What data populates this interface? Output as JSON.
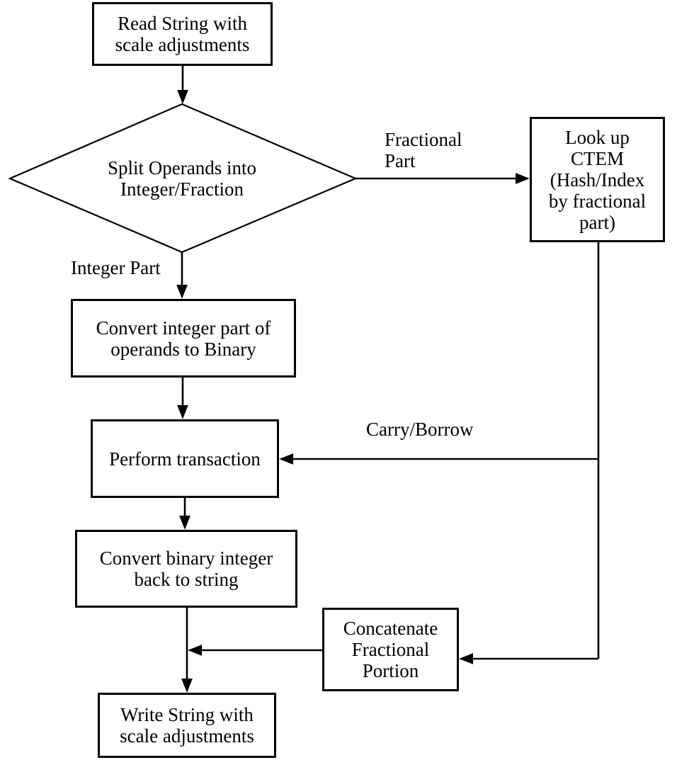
{
  "diagram": {
    "type": "flowchart",
    "background_color": "#ffffff",
    "stroke_color": "#000000",
    "text_color": "#000000",
    "nodes": {
      "read_string": {
        "shape": "rectangle",
        "label": "Read String with\nscale adjustments"
      },
      "split_operands": {
        "shape": "diamond",
        "label": "Split Operands into\nInteger/Fraction"
      },
      "lookup_ctem": {
        "shape": "rectangle",
        "label": "Look up\nCTEM\n(Hash/Index\nby fractional\npart)"
      },
      "convert_integer": {
        "shape": "rectangle",
        "label": "Convert integer part of\noperands to Binary"
      },
      "perform_transaction": {
        "shape": "rectangle",
        "label": "Perform transaction"
      },
      "convert_binary": {
        "shape": "rectangle",
        "label": "Convert binary integer\nback to string"
      },
      "concatenate_fractional": {
        "shape": "rectangle",
        "label": "Concatenate\nFractional\nPortion"
      },
      "write_string": {
        "shape": "rectangle",
        "label": "Write String with\nscale adjustments"
      }
    },
    "edges": [
      {
        "from": "read_string",
        "to": "split_operands",
        "label": ""
      },
      {
        "from": "split_operands",
        "to": "lookup_ctem",
        "label": "Fractional\nPart"
      },
      {
        "from": "split_operands",
        "to": "convert_integer",
        "label": "Integer Part"
      },
      {
        "from": "convert_integer",
        "to": "perform_transaction",
        "label": ""
      },
      {
        "from": "lookup_ctem",
        "to": "perform_transaction",
        "label": "Carry/Borrow"
      },
      {
        "from": "perform_transaction",
        "to": "convert_binary",
        "label": ""
      },
      {
        "from": "lookup_ctem",
        "to": "concatenate_fractional",
        "label": ""
      },
      {
        "from": "concatenate_fractional",
        "to": "write_string",
        "label": ""
      },
      {
        "from": "convert_binary",
        "to": "write_string",
        "label": ""
      }
    ]
  }
}
